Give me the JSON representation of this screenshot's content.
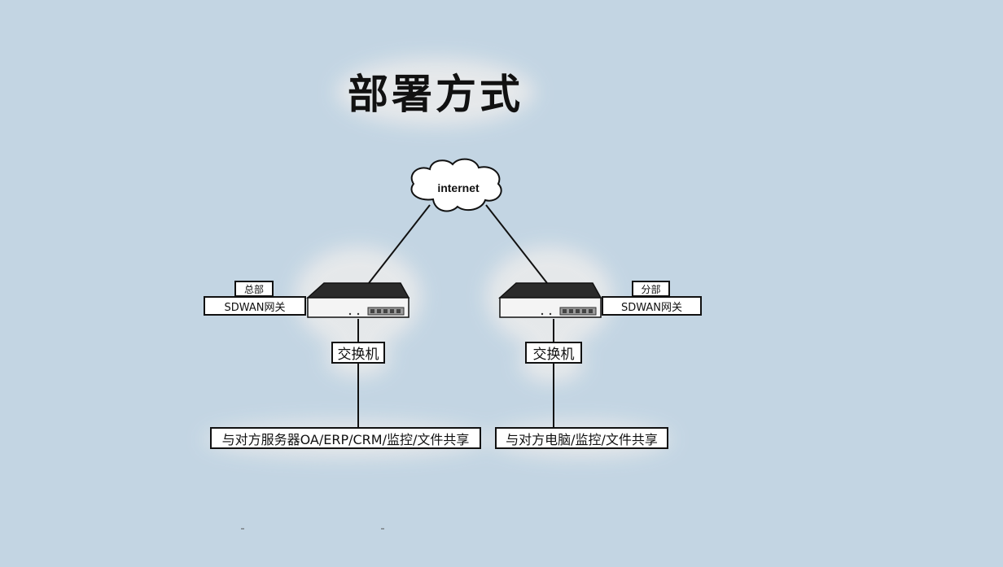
{
  "title": "部署方式",
  "cloud": {
    "label": "internet"
  },
  "left_site": {
    "site_label": "总部",
    "gateway_label": "SDWAN网关",
    "switch_label": "交换机",
    "services_label": "与对方服务器OA/ERP/CRM/监控/文件共享"
  },
  "right_site": {
    "site_label": "分部",
    "gateway_label": "SDWAN网关",
    "switch_label": "交换机",
    "services_label": "与对方电脑/监控/文件共享"
  },
  "colors": {
    "background": "#c3d5e3",
    "halo": "#ececec",
    "device_body": "#1b1b1b",
    "line": "#111111"
  }
}
